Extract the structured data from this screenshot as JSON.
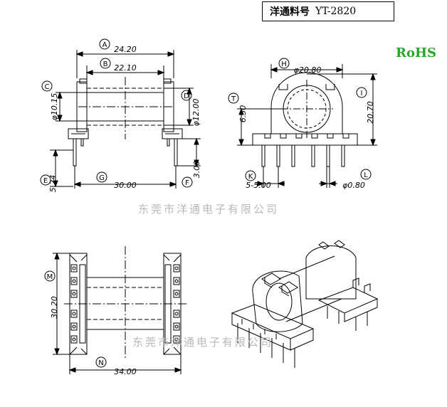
{
  "title": {
    "part_label": "洋通料号",
    "model": "YT-2820"
  },
  "rohs": {
    "label": "RoHS",
    "color": "#22aa22"
  },
  "watermark": "东莞市洋通电子有限公司",
  "dims": {
    "A": {
      "tag": "A",
      "value": "24.20"
    },
    "B": {
      "tag": "B",
      "value": "22.10"
    },
    "C_left": {
      "tag": "C",
      "value": "φ10.15"
    },
    "D": {
      "tag": "D",
      "value": "φ12.00"
    },
    "E": {
      "tag": "E",
      "value": "5.24"
    },
    "C_bottom": {
      "tag": "G",
      "value": "30.00"
    },
    "F": {
      "tag": "F",
      "value": "3.00"
    },
    "H": {
      "tag": "H",
      "value": "φ20.80"
    },
    "T": {
      "tag": "T",
      "value": "6.30"
    },
    "I": {
      "tag": "I",
      "value": "20.70"
    },
    "K": {
      "tag": "K",
      "value": "5-5.00"
    },
    "L": {
      "tag": "L",
      "value": "φ0.80"
    },
    "M": {
      "tag": "M",
      "value": "30.20"
    },
    "N": {
      "tag": "N",
      "value": "34.00"
    }
  }
}
